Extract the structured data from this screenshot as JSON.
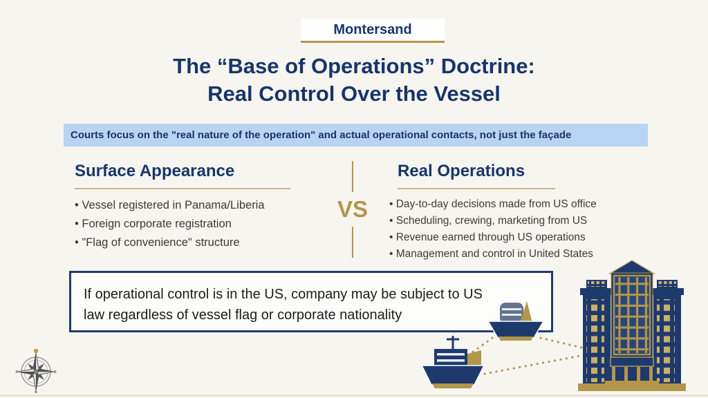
{
  "brand": {
    "name": "Montersand"
  },
  "title": {
    "line1": "The “Base of Operations” Doctrine:",
    "line2": "Real Control Over the Vessel"
  },
  "banner": {
    "text": "Courts focus on the \"real nature of the operation\" and actual operational contacts, not just the façade"
  },
  "comparison": {
    "left": {
      "heading": "Surface Appearance",
      "bullets": [
        "Vessel registered in Panama/Liberia",
        "Foreign corporate registration",
        "\"Flag of convenience\" structure"
      ]
    },
    "divider": {
      "label": "VS"
    },
    "right": {
      "heading": "Real Operations",
      "bullets": [
        "Day-to-day decisions made from US office",
        "Scheduling, crewing, marketing from US",
        "Revenue earned through US operations",
        "Management and control in United States"
      ]
    }
  },
  "callout": {
    "line1": "If operational control is in the US, company may be subject to US",
    "line2": "law regardless of vessel flag or corporate nationality"
  },
  "icons": {
    "compass": "compass-rose-icon",
    "building": "us-office-building-icon",
    "cargo_ship": "cargo-ship-icon",
    "sail_ship": "small-ship-icon",
    "links": "dotted-connection-lines"
  },
  "colors": {
    "navy": "#1e3a6d",
    "navy_text": "#17356b",
    "gold": "#b1964b",
    "gold_light": "#c9b584",
    "banner_bg": "#b8d4f2",
    "background": "#f7f5f0"
  }
}
